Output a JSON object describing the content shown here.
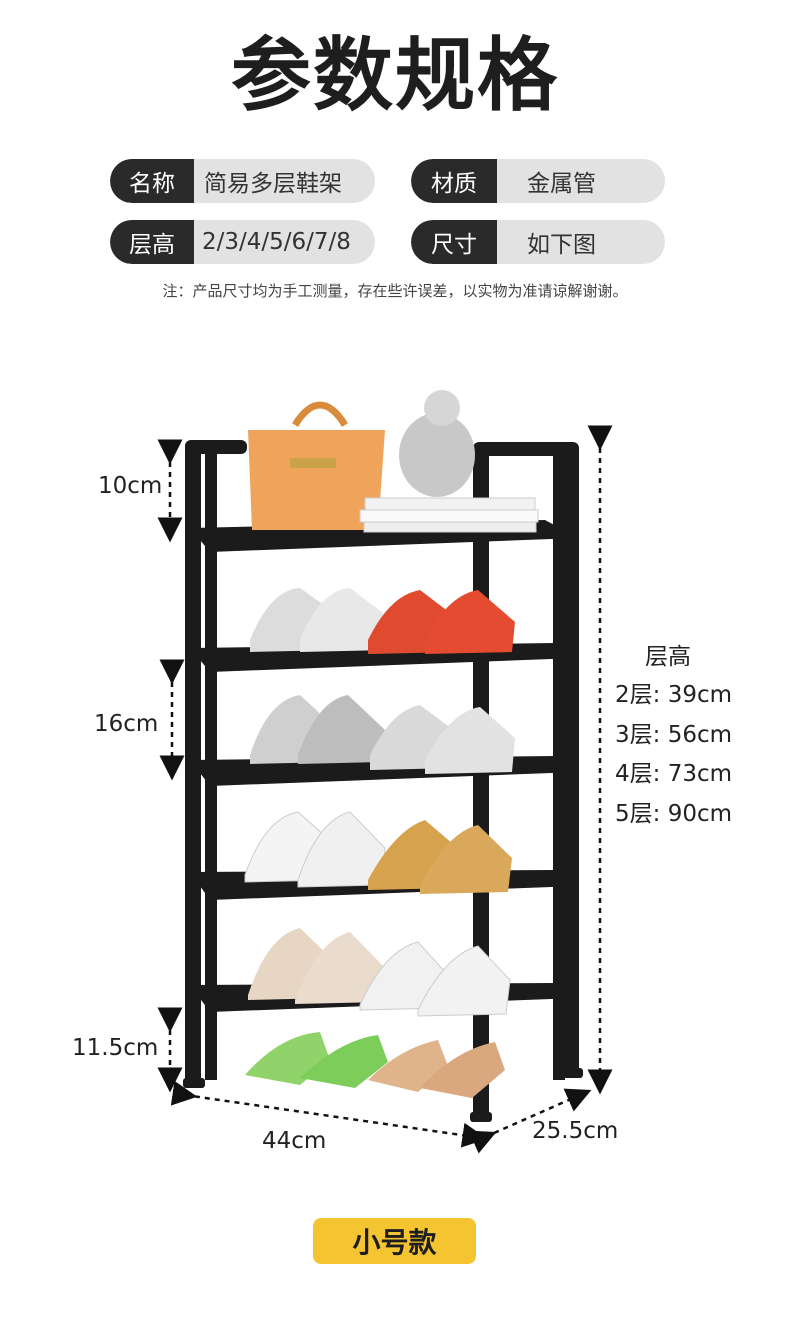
{
  "title": "参数规格",
  "specs": {
    "name_label": "名称",
    "name_value": "简易多层鞋架",
    "material_label": "材质",
    "material_value": "金属管",
    "height_label": "层高",
    "height_value": "2/3/4/5/6/7/8",
    "size_label": "尺寸",
    "size_value": "如下图"
  },
  "note": "注：产品尺寸均为手工测量，存在些许误差，以实物为准请谅解谢谢。",
  "dimensions": {
    "top_gap": "10cm",
    "shelf_gap": "16cm",
    "bottom_gap": "11.5cm",
    "width": "44cm",
    "depth": "25.5cm"
  },
  "layer_heights": {
    "heading": "层高",
    "items": [
      "2层: 39cm",
      "3层: 56cm",
      "4层: 73cm",
      "5层: 90cm"
    ]
  },
  "size_badge": "小号款",
  "colors": {
    "frame": "#1b1b1b",
    "badge": "#f5c431",
    "pill_dark": "#2a2a2a",
    "pill_light": "#e2e2e2"
  }
}
